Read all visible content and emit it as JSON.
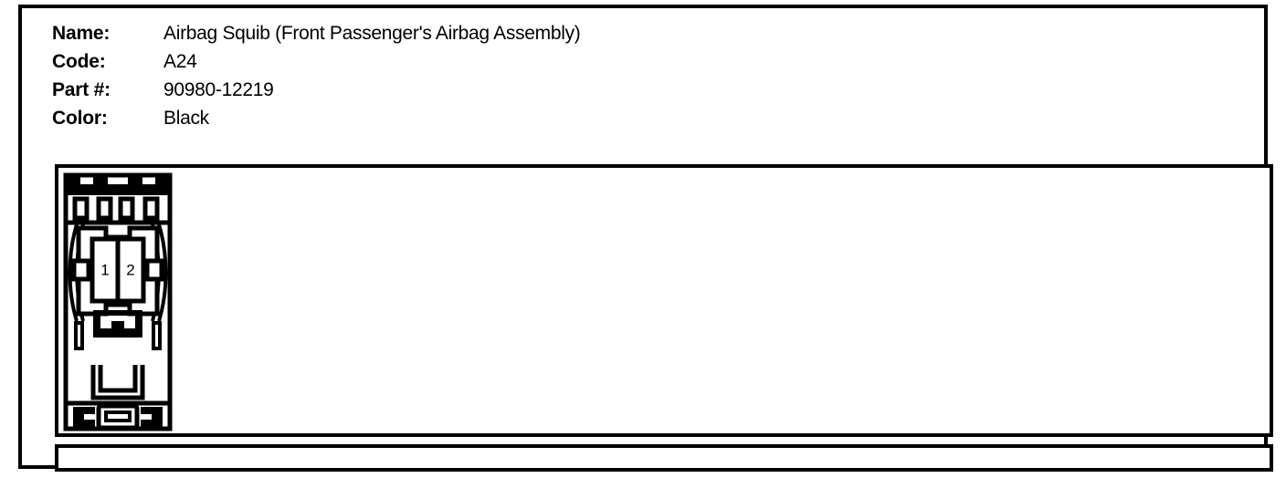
{
  "part_info": {
    "rows": [
      {
        "label": "Name:",
        "value": "Airbag Squib (Front Passenger's Airbag Assembly)"
      },
      {
        "label": "Code:",
        "value": "A24"
      },
      {
        "label": "Part #:",
        "value": "90980-12219"
      },
      {
        "label": "Color:",
        "value": "Black"
      }
    ]
  },
  "connector": {
    "type": "2-way female connector front view",
    "terminal_count": 2,
    "terminals": [
      {
        "number": "1"
      },
      {
        "number": "2"
      }
    ]
  },
  "notes": {
    "text": ""
  },
  "colors": {
    "line": "#000000",
    "background": "#ffffff",
    "text": "#000000"
  }
}
